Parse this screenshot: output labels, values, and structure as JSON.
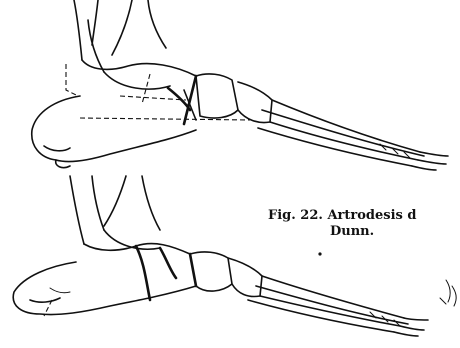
{
  "caption": {
    "line1": "Fig. 22. Artrodesis d",
    "line2": "Dunn."
  },
  "views": [
    {
      "id": "upper-foot",
      "depicts": "foot skeleton with dashed resection lines"
    },
    {
      "id": "lower-foot",
      "depicts": "foot skeleton after arthrodesis"
    }
  ],
  "colors": {
    "ink": "#111111",
    "paper": "#ffffff"
  }
}
